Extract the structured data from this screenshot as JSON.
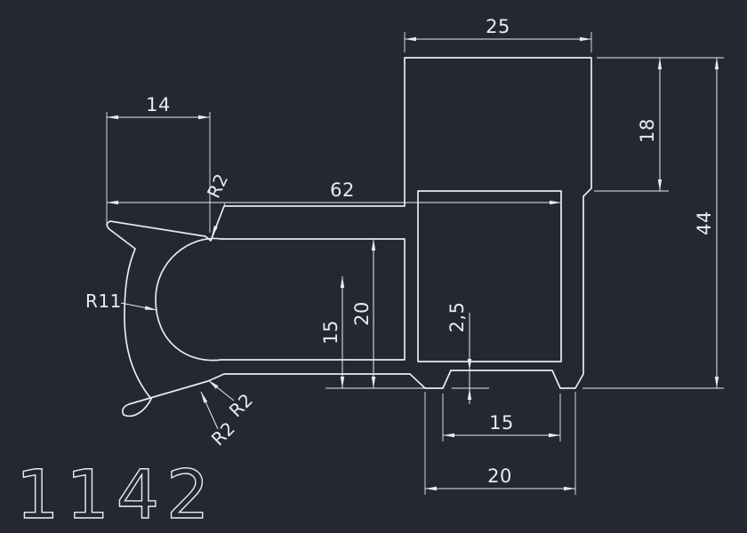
{
  "drawing": {
    "part_number": "1142",
    "background_color": "#242830",
    "line_color": "#e9ebee",
    "dims": {
      "top_width": "25",
      "block_height": "18",
      "overall_height": "44",
      "top_left_width": "14",
      "middle_width": "62",
      "notch_radius": "R2",
      "hook_radius": "R11",
      "channel_depth_15": "15",
      "channel_depth_20": "20",
      "groove_depth": "2,5",
      "groove_width": "15",
      "foot_width": "20",
      "bottom_radius_1": "R2",
      "bottom_radius_2": "R2"
    }
  }
}
